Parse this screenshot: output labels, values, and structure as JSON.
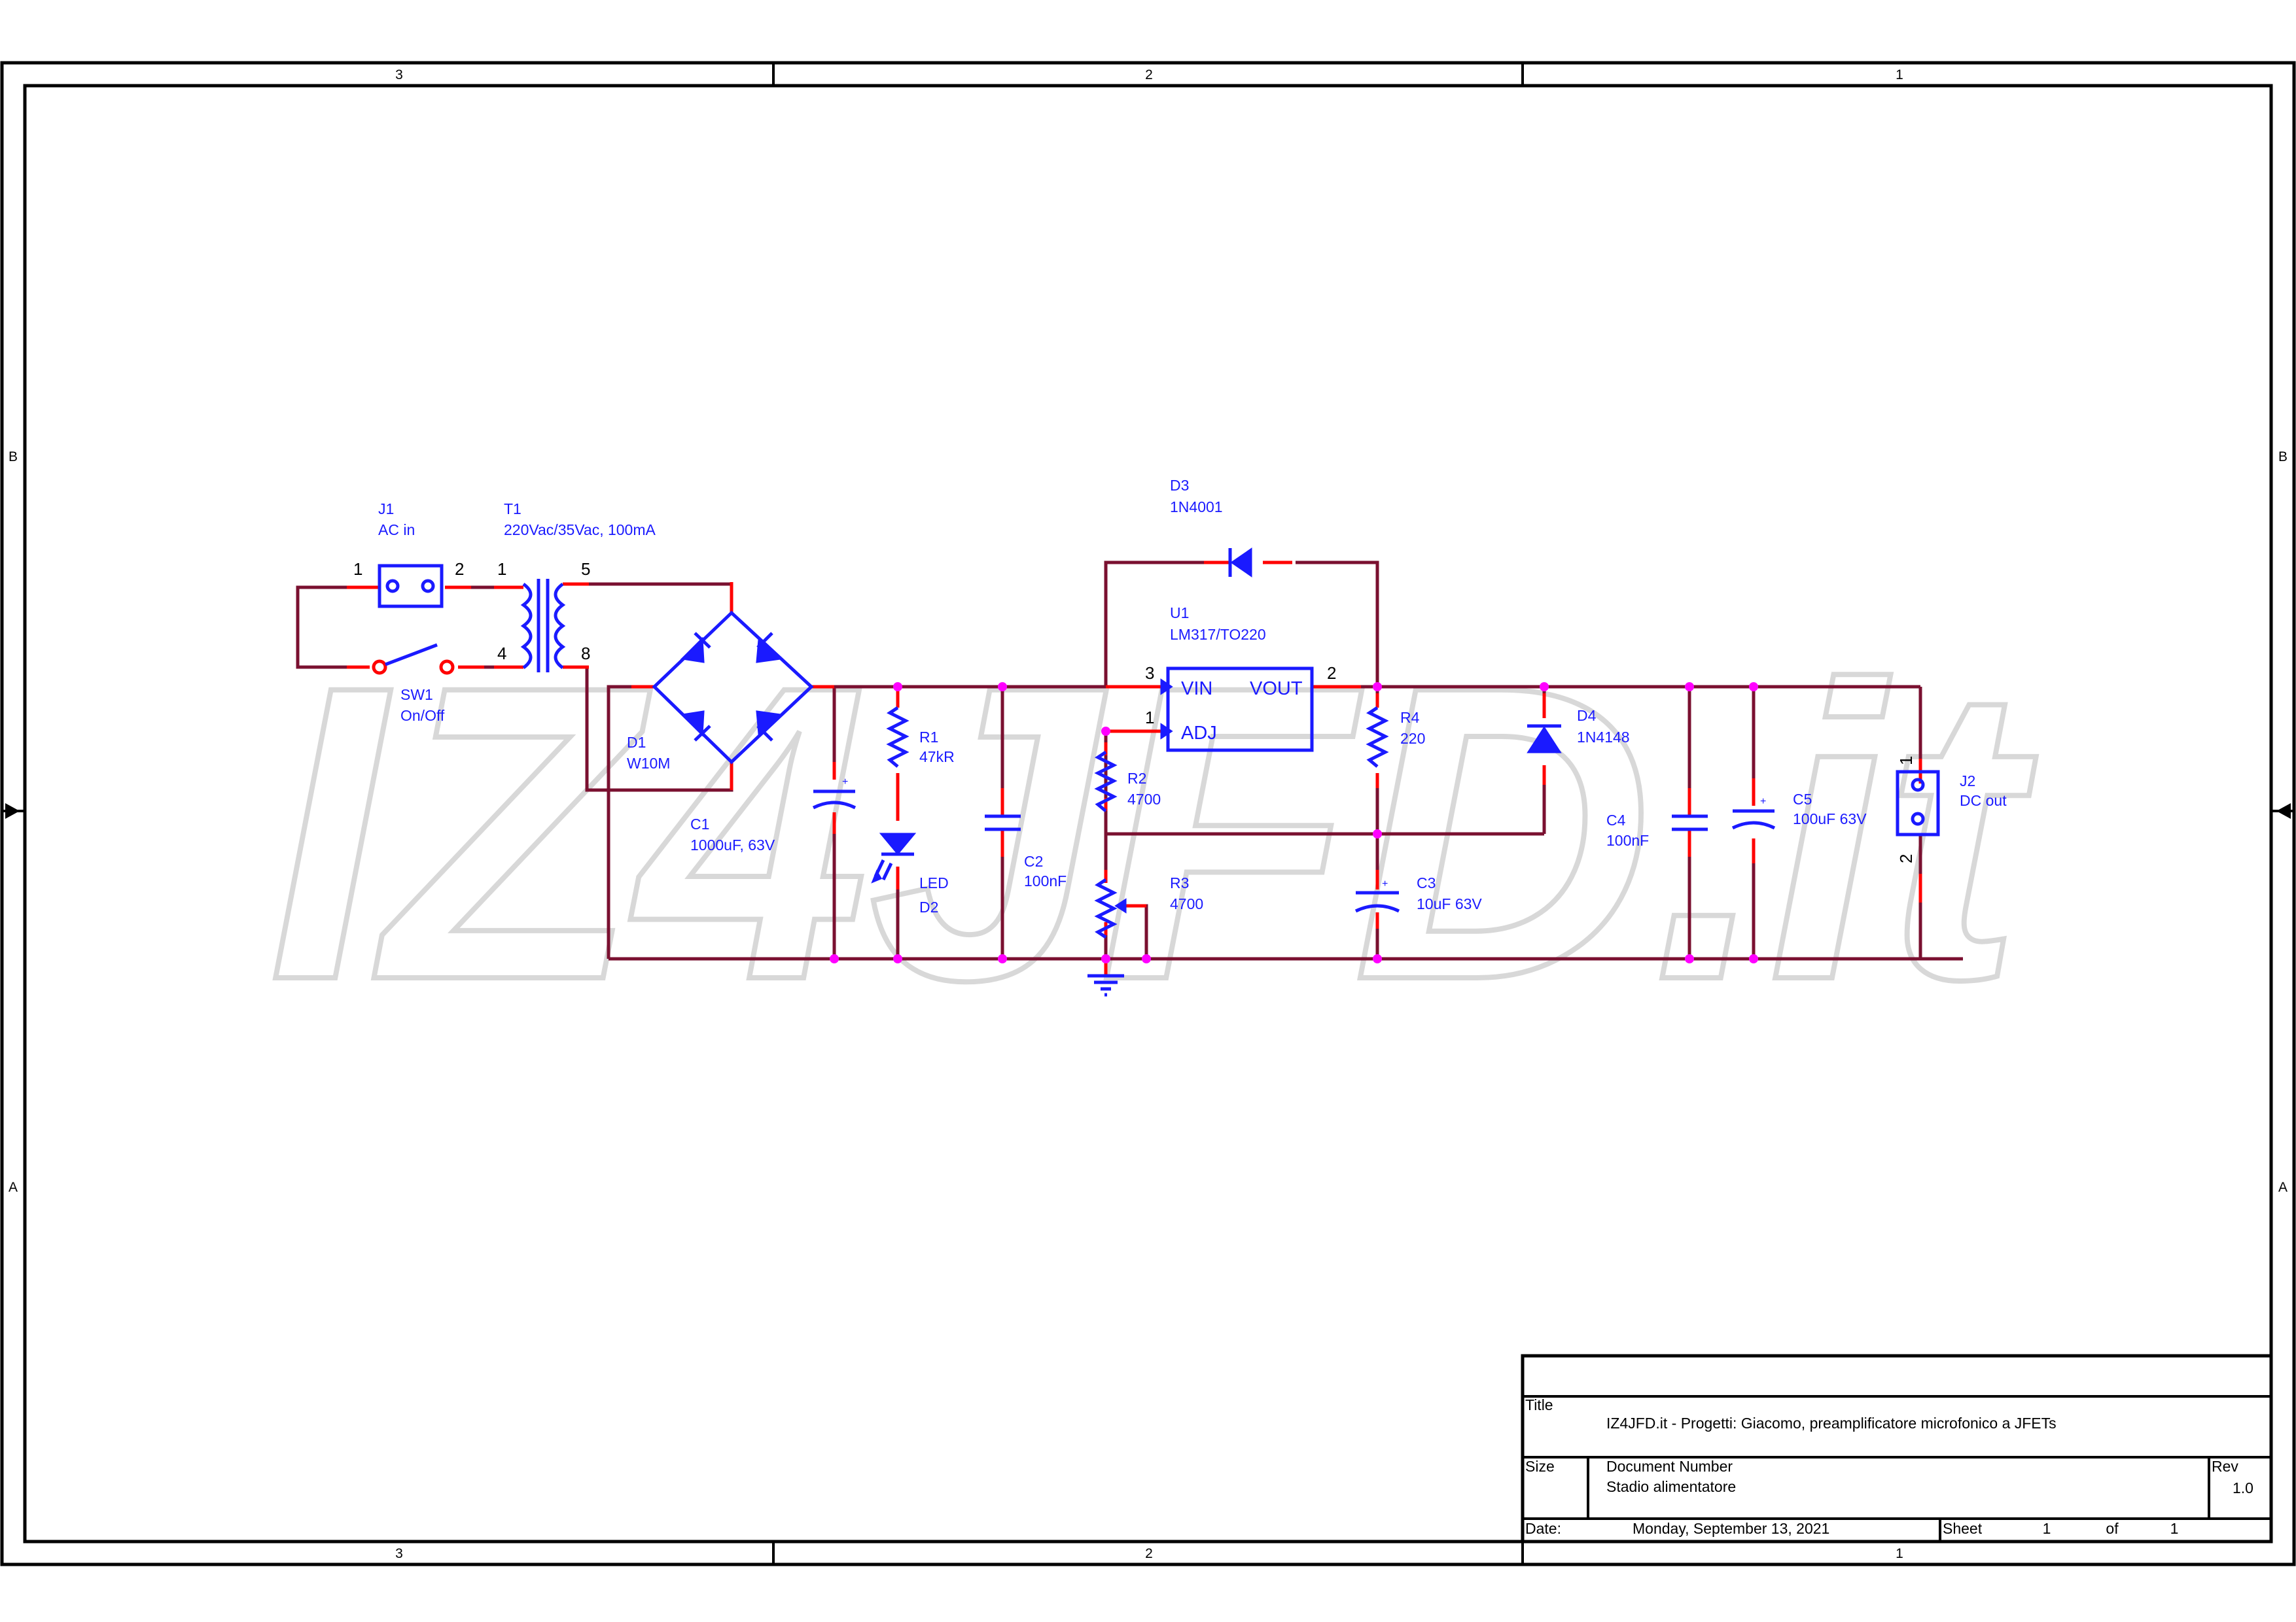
{
  "watermark": "IZ4JFD.it",
  "frame": {
    "columns": [
      "3",
      "2",
      "1"
    ],
    "rows": [
      "B",
      "A"
    ]
  },
  "components": {
    "J1": {
      "ref": "J1",
      "value": "AC in",
      "pins": [
        "1",
        "2"
      ]
    },
    "T1": {
      "ref": "T1",
      "value": "220Vac/35Vac, 100mA",
      "pins": [
        "1",
        "5",
        "4",
        "8"
      ]
    },
    "SW1": {
      "ref": "SW1",
      "value": "On/Off"
    },
    "D1": {
      "ref": "D1",
      "value": "W10M"
    },
    "C1": {
      "ref": "C1",
      "value": "1000uF, 63V"
    },
    "R1": {
      "ref": "R1",
      "value": "47kR"
    },
    "LED": {
      "ref": "D2",
      "value": "LED"
    },
    "C2": {
      "ref": "C2",
      "value": "100nF"
    },
    "D3": {
      "ref": "D3",
      "value": "1N4001"
    },
    "U1": {
      "ref": "U1",
      "value": "LM317/TO220",
      "vin": "VIN",
      "vout": "VOUT",
      "adj": "ADJ",
      "pins": [
        "3",
        "2",
        "1"
      ]
    },
    "R2": {
      "ref": "R2",
      "value": "4700"
    },
    "R3": {
      "ref": "R3",
      "value": "4700"
    },
    "R4": {
      "ref": "R4",
      "value": "220"
    },
    "C3": {
      "ref": "C3",
      "value": "10uF 63V"
    },
    "D4": {
      "ref": "D4",
      "value": "1N4148"
    },
    "C4": {
      "ref": "C4",
      "value": "100nF"
    },
    "C5": {
      "ref": "C5",
      "value": "100uF 63V"
    },
    "J2": {
      "ref": "J2",
      "value": "DC out",
      "pins": [
        "1",
        "2"
      ]
    }
  },
  "title_block": {
    "title_label": "Title",
    "title": "IZ4JFD.it - Progetti: Giacomo, preamplificatore microfonico a JFETs",
    "size_label": "Size",
    "docnum_label": "Document Number",
    "docnum": "Stadio alimentatore",
    "rev_label": "Rev",
    "rev": "1.0",
    "date_label": "Date:",
    "date": "Monday, September 13, 2021",
    "sheet_label": "Sheet",
    "sheet": "1",
    "of_label": "of",
    "sheets": "1"
  }
}
